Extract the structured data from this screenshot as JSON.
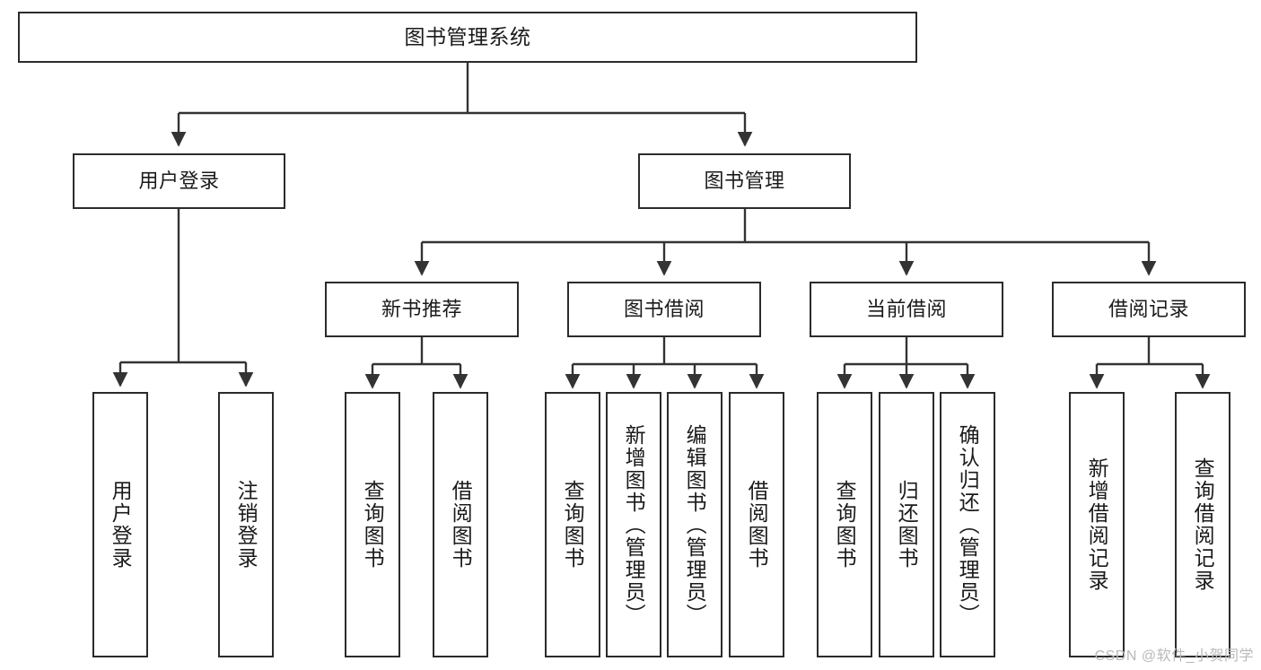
{
  "diagram": {
    "title": "图书管理系统",
    "type": "tree",
    "watermark": "CSDN @软件_小贺同学",
    "colors": {
      "box_border": "#2b2b2b",
      "box_fill": "#ffffff",
      "edge": "#333333",
      "text": "#1a1a1a",
      "watermark": "#b9b9b9",
      "background": "#ffffff"
    },
    "nodes": {
      "root": {
        "label": "图书管理系统",
        "level": 1
      },
      "level2": [
        {
          "id": "user-login",
          "label": "用户登录"
        },
        {
          "id": "book-manage",
          "label": "图书管理"
        }
      ],
      "level3": [
        {
          "id": "new-book-recommend",
          "label": "新书推荐",
          "parent": "book-manage"
        },
        {
          "id": "book-borrow",
          "label": "图书借阅",
          "parent": "book-manage"
        },
        {
          "id": "current-borrow",
          "label": "当前借阅",
          "parent": "book-manage"
        },
        {
          "id": "borrow-record",
          "label": "借阅记录",
          "parent": "book-manage"
        }
      ],
      "leaves": {
        "user-login": [
          {
            "id": "leaf-user-login",
            "label": "用户登录"
          },
          {
            "id": "leaf-logout-login",
            "label": "注销登录"
          }
        ],
        "new-book-recommend": [
          {
            "id": "leaf-query-book-1",
            "label": "查询图书"
          },
          {
            "id": "leaf-borrow-book-1",
            "label": "借阅图书"
          }
        ],
        "book-borrow": [
          {
            "id": "leaf-query-book-2",
            "label": "查询图书"
          },
          {
            "id": "leaf-add-book",
            "label": "新增图书（管理员）"
          },
          {
            "id": "leaf-edit-book",
            "label": "编辑图书（管理员）"
          },
          {
            "id": "leaf-borrow-book-2",
            "label": "借阅图书"
          }
        ],
        "current-borrow": [
          {
            "id": "leaf-query-book-3",
            "label": "查询图书"
          },
          {
            "id": "leaf-return-book",
            "label": "归还图书"
          },
          {
            "id": "leaf-confirm-return",
            "label": "确认归还（管理员）"
          }
        ],
        "borrow-record": [
          {
            "id": "leaf-add-record",
            "label": "新增借阅记录"
          },
          {
            "id": "leaf-query-record",
            "label": "查询借阅记录"
          }
        ]
      }
    }
  }
}
